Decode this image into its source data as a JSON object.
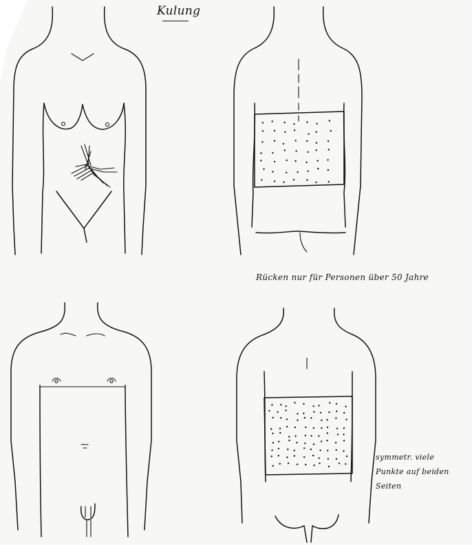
{
  "title": "Kulung",
  "notes": {
    "back_age": "Rücken nur für Personen über 50 Jahre",
    "side_lines": [
      "symmetr. viele",
      "Punkte auf beiden",
      "Seiten"
    ]
  },
  "figures": [
    {
      "id": "female-front"
    },
    {
      "id": "female-back"
    },
    {
      "id": "male-front"
    },
    {
      "id": "male-back"
    }
  ]
}
